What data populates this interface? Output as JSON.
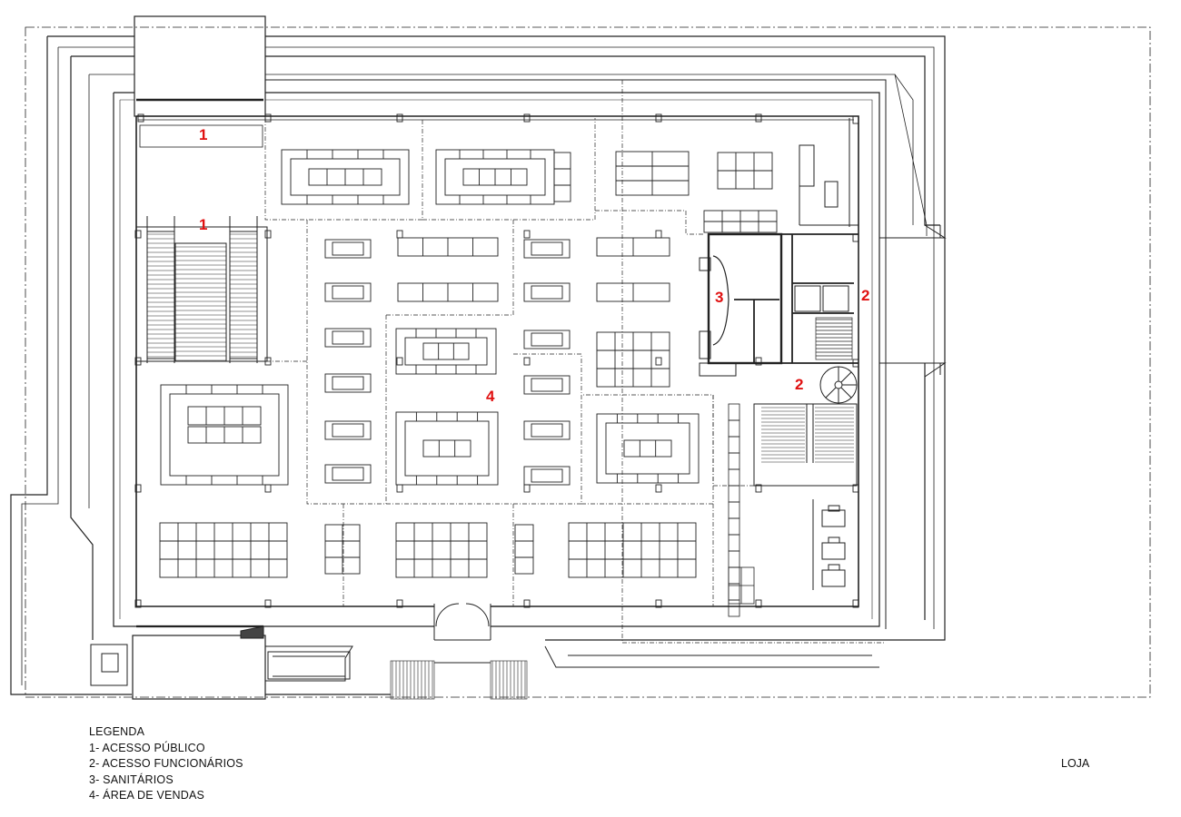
{
  "legend": {
    "title": "LEGENDA",
    "items": [
      "1- ACESSO PÚBLICO",
      "2- ACESSO FUNCIONÁRIOS",
      "3- SANITÁRIOS",
      "4- ÁREA DE VENDAS"
    ]
  },
  "sheet_title": "LOJA",
  "zone_labels": {
    "public_access_top": "1",
    "public_access_stairs": "1",
    "staff_access_right": "2",
    "staff_access_stairs": "2",
    "restrooms": "3",
    "sales_area": "4"
  },
  "colors": {
    "line": "#222222",
    "label": "#e01010",
    "background": "#ffffff"
  }
}
